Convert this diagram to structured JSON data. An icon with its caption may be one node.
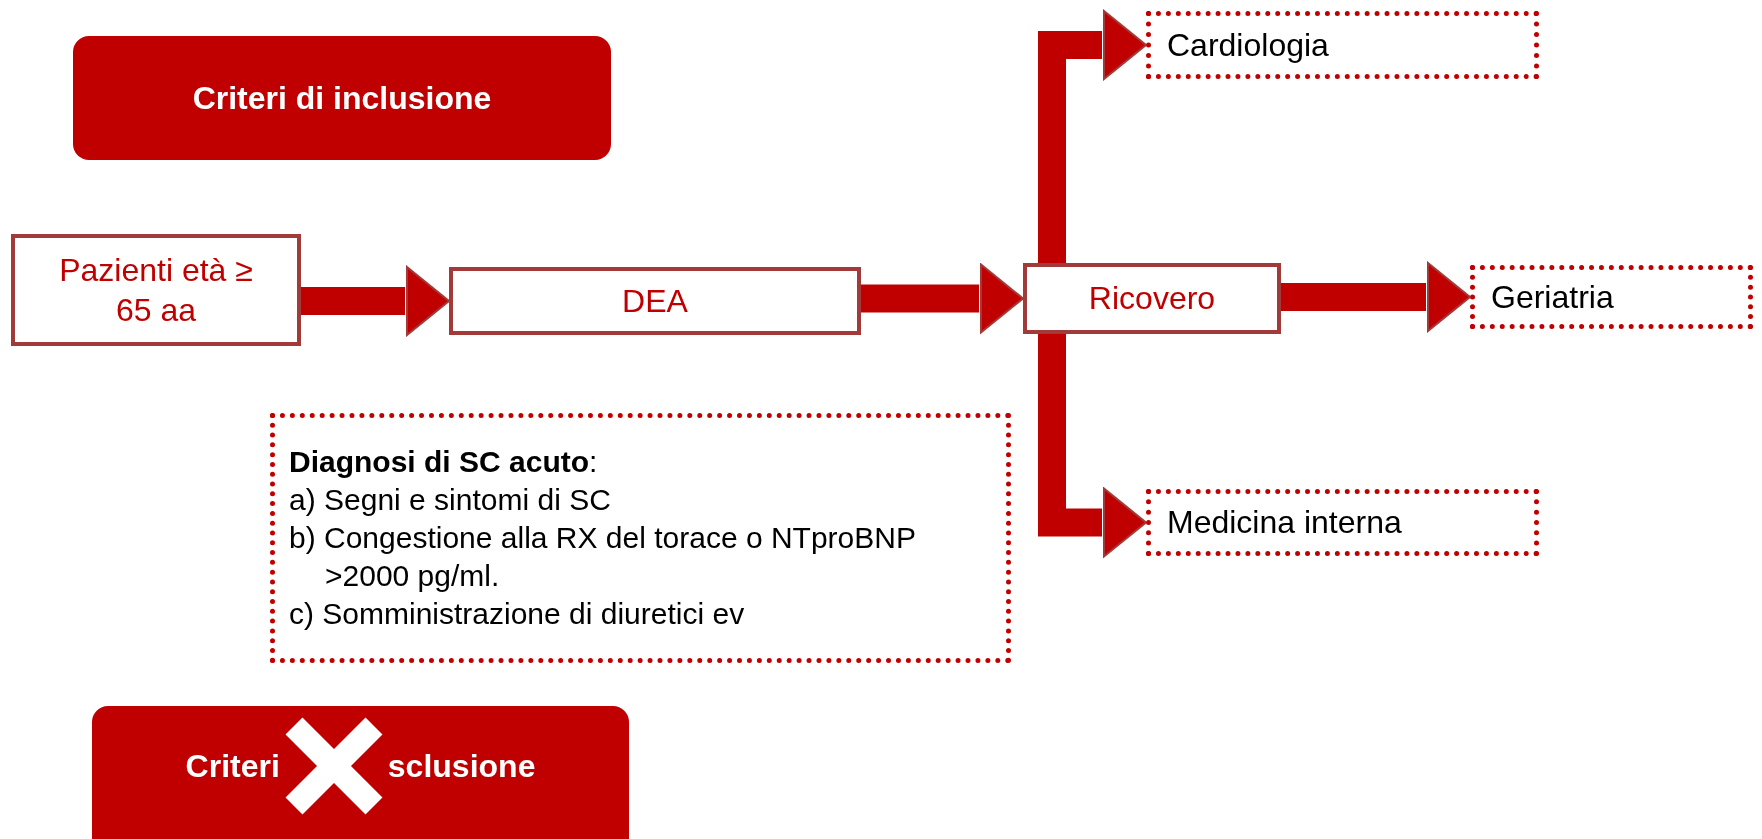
{
  "diagram": {
    "nodes": [
      {
        "text": [
          "Criteri di inclusione"
        ]
      },
      {
        "text": [
          "Cardiologia"
        ]
      },
      {
        "text": [
          "Pazienti età ≥ 65 aa"
        ]
      },
      {
        "text": [
          "DEA"
        ]
      },
      {
        "text": [
          "Ricovero"
        ]
      },
      {
        "text": [
          "Geriatria"
        ]
      },
      {
        "text": [
          "**Diagnosi di SC acuto**:",
          "a) Segni e sintomi di SC",
          "b) Congestione alla RX del torace o NTproBNP >2000 pg/ml.",
          "c) Somministrazione di diuretici ev"
        ]
      },
      {
        "text": [
          "Medicina interna"
        ]
      },
      {
        "text": [
          "Criteri",
          "sclusione"
        ]
      }
    ],
    "edges": [
      {
        "from": 2,
        "to": 3,
        "arrow": "to"
      },
      {
        "from": 3,
        "to": 4,
        "arrow": "to"
      },
      {
        "from": 4,
        "to": 5,
        "arrow": "to"
      },
      {
        "from": 4,
        "to": 1,
        "arrow": "to"
      },
      {
        "from": 4,
        "to": 7,
        "arrow": "to"
      }
    ]
  }
}
